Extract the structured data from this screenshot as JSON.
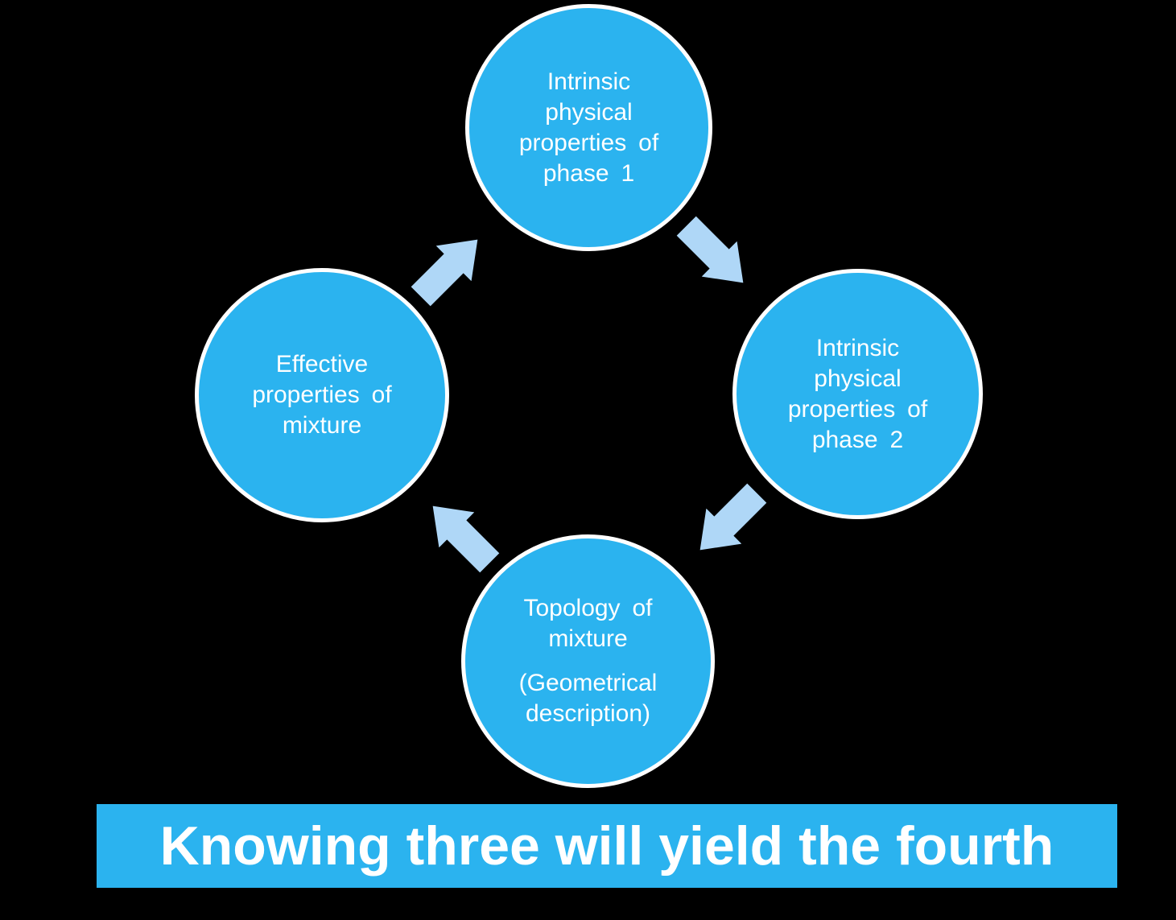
{
  "page": {
    "background_color": "#000000"
  },
  "diagram": {
    "type": "cycle",
    "direction": "clockwise",
    "node_fill": "#2BB3EF",
    "node_border_color": "#FFFFFF",
    "arrow_color": "#AFD7F7",
    "text_color": "#FFFFFF",
    "nodes": {
      "phase1": {
        "label": "Intrinsic\nphysical\nproperties of\nphase 1"
      },
      "phase2": {
        "label": "Intrinsic\nphysical\nproperties of\nphase 2"
      },
      "topology": {
        "label": "Topology of\nmixture",
        "sublabel": "(Geometrical\ndescription)"
      },
      "effective": {
        "label": "Effective\nproperties of\nmixture"
      }
    },
    "arrows": [
      {
        "from": "phase1",
        "to": "phase2"
      },
      {
        "from": "phase2",
        "to": "topology"
      },
      {
        "from": "topology",
        "to": "effective"
      },
      {
        "from": "effective",
        "to": "phase1"
      }
    ],
    "banner": {
      "fill": "#2BB3EF",
      "text": "Knowing three will yield the fourth"
    }
  }
}
